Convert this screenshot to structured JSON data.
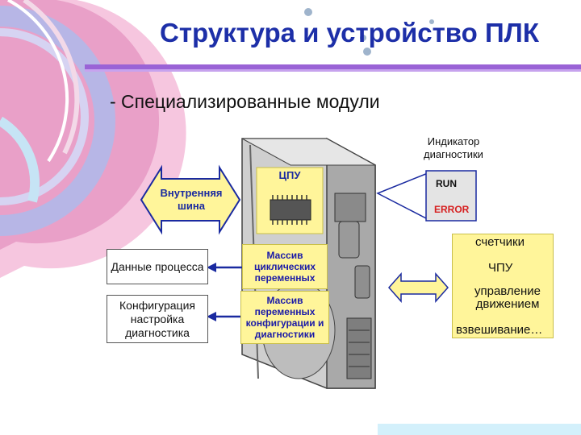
{
  "title": "Структура и устройство ПЛК",
  "subtitle": "- Специализированные модули",
  "diagram": {
    "internal_bus": "Внутренняя шина",
    "cpu": "ЦПУ",
    "indicator_label": "Индикатор диагностики",
    "run": "RUN",
    "error": "ERROR",
    "process_data": "Данные процесса",
    "config_box": "Конфигурация настройка диагностика",
    "cyclic_vars": "Массив циклических переменных",
    "config_vars": "Массив переменных конфигурации и диагностики",
    "right_items": [
      "счетчики",
      "ЧПУ",
      "управление движением",
      "взвешивание…"
    ]
  }
}
